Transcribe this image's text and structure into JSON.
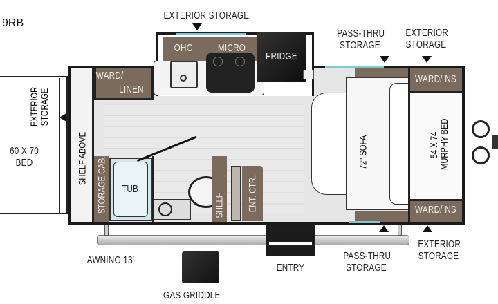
{
  "title": "9RB",
  "labels": {
    "ext_storage_top": "EXTERIOR STORAGE",
    "ohc": "OHC",
    "micro": "MICRO",
    "fridge": "FRIDGE",
    "ward_linen_1": "WARD/",
    "ward_linen_2": "LINEN",
    "pass_thru_top": [
      "PASS-THRU",
      "STORAGE"
    ],
    "ext_storage_right_top": [
      "EXTERIOR",
      "STORAGE"
    ],
    "ward_ns_top": "WARD/ NS",
    "ward_ns_bottom": "WARD/ NS",
    "ext_storage_left": [
      "EXTERIOR",
      "STORAGE"
    ],
    "bed_left": [
      "60 X 70",
      "BED"
    ],
    "shelf_above": "SHELF ABOVE",
    "storage_cab": "STORAGE CAB.",
    "tub": "TUB",
    "shelf": "SHELF",
    "ent_ctr": "ENT. CTR.",
    "sofa": "72\" SOFA",
    "murphy_bed": [
      "54 X 74",
      "MURPHY BED"
    ],
    "awning": "AWNING 13'",
    "entry": "ENTRY",
    "pass_thru_bottom": [
      "PASS-THRU",
      "STORAGE"
    ],
    "ext_storage_right_bottom": [
      "EXTERIOR",
      "STORAGE"
    ],
    "gas_griddle": "GAS GRIDDLE"
  },
  "colors": {
    "cabinet": "#7b6b5d",
    "floor": "#e6e6e6",
    "window": "#7fc7d6",
    "appliance": "#1c1c1c"
  }
}
